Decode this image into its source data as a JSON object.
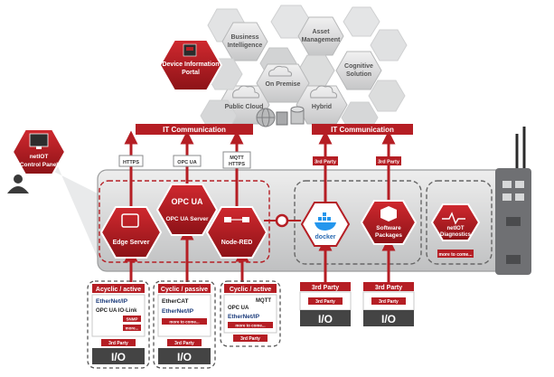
{
  "colors": {
    "red": "#b51e24",
    "dark_red": "#8c1217",
    "grey": "#9ea1a4",
    "light_grey": "#d9dadb",
    "dark": "#3a3a3a"
  },
  "cloud": {
    "business_intelligence_1": "Business",
    "business_intelligence_2": "Intelligence",
    "asset_management_1": "Asset",
    "asset_management_2": "Management",
    "cognitive_solution_1": "Cognitive",
    "cognitive_solution_2": "Solution",
    "on_premise": "On Premise",
    "public_cloud": "Public Cloud",
    "hybrid": "Hybrid"
  },
  "device_portal": {
    "line1": "Device Information",
    "line2": "Portal"
  },
  "control_panel": {
    "line1": "netIOT",
    "line2": "Control Panel"
  },
  "it_communication_left": "IT Communication",
  "it_communication_right": "IT Communication",
  "protocols": {
    "https": "HTTPS",
    "opcua": "OPC UA",
    "mqtt_https_1": "MQTT",
    "mqtt_https_2": "HTTPS",
    "third_party_1": "3rd Party",
    "third_party_2": "3rd Party"
  },
  "nodes": {
    "edge_server": "Edge Server",
    "opcua_server": "OPC UA Server",
    "opcua_logo": "OPC UA",
    "node_red": "Node-RED",
    "docker": "docker",
    "software_packages_1": "Software",
    "software_packages_2": "Packages",
    "diagnostics_1": "netIOT",
    "diagnostics_2": "Diagnostics",
    "more_to_come": "more to come..."
  },
  "io_boxes": [
    {
      "header": "Acyclic / active",
      "rows": [
        "EtherNet/IP",
        "OPC UA  IO-Link",
        "SNMP",
        "more..."
      ],
      "badge": "3rd Party",
      "footer": "I/O"
    },
    {
      "header": "Cyclic / passive",
      "rows": [
        "EtherCAT",
        "EtherNet/IP",
        "more to come..."
      ],
      "badge": "3rd Party",
      "footer": "I/O"
    },
    {
      "header": "Cyclic / active",
      "rows": [
        "MQTT",
        "OPC UA",
        "EtherNet/IP",
        "more to come..."
      ],
      "badge": "3rd Party",
      "footer": "I/O"
    },
    {
      "header": "3rd Party",
      "rows": [],
      "badge": "3rd Party",
      "footer": "I/O"
    },
    {
      "header": "3rd Party",
      "rows": [],
      "badge": "3rd Party",
      "footer": "I/O"
    }
  ]
}
